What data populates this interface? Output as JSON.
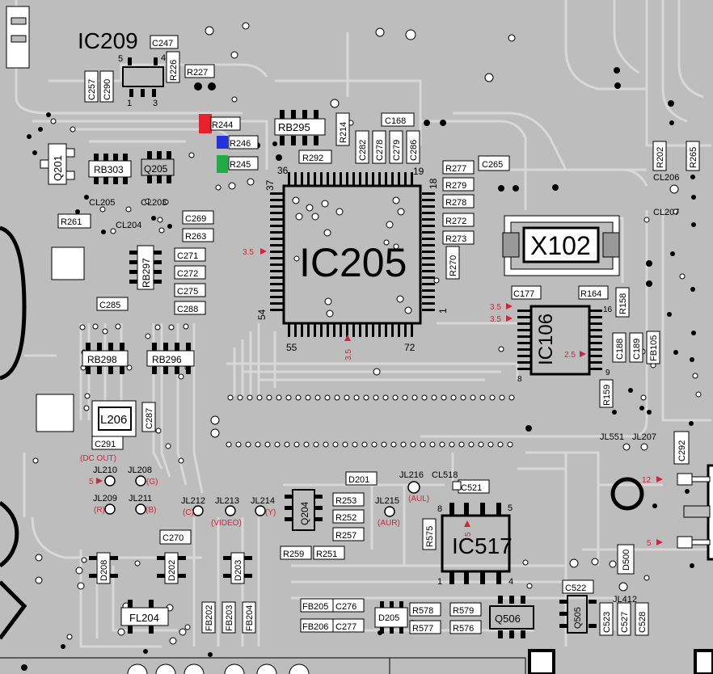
{
  "colors": {
    "board": "#bdbdbd",
    "trace": "#d6d6d6",
    "silk": "#000000",
    "measure": "#c8283a",
    "marker_red": "#e8202a",
    "marker_blue": "#2233dd",
    "marker_green": "#22aa44"
  },
  "ic209": {
    "name": "IC209",
    "pin5": "5",
    "pin4": "4",
    "pin1": "1",
    "pin3": "3"
  },
  "ic205": {
    "name": "IC205",
    "pin36": "36",
    "pin37": "37",
    "pin19": "19",
    "pin18": "18",
    "pin54": "54",
    "pin55": "55",
    "pin72": "72",
    "pin1": "1",
    "meas_left": "3.5",
    "meas_bottom": "3.5"
  },
  "ic106": {
    "name": "IC106",
    "pin16": "16",
    "pin9": "9",
    "pin8": "8",
    "meas_in1": "3.5",
    "meas_in2": "3.5",
    "meas_out": "2.5"
  },
  "ic517": {
    "name": "IC517",
    "pin8": "8",
    "pin5": "5",
    "pin1": "1",
    "pin4": "4",
    "meas_top": "5"
  },
  "x102": {
    "name": "X102"
  },
  "transistors": {
    "q201": "Q201",
    "q205": "Q205",
    "q204": "Q204",
    "q506": "Q506",
    "q505": "Q505"
  },
  "inductors": {
    "l206": "L206",
    "fl204": "FL204"
  },
  "resistors": {
    "r226": "R226",
    "r227": "R227",
    "r244": "R244",
    "r246": "R246",
    "r245": "R245",
    "r292": "R292",
    "r214": "R214",
    "r277": "R277",
    "r279": "R279",
    "r278": "R278",
    "r272": "R272",
    "r273": "R273",
    "r270": "R270",
    "r164": "R164",
    "r158": "R158",
    "r159": "R159",
    "r202": "R202",
    "r265": "R265",
    "r261": "R261",
    "r263": "R263",
    "r253": "R253",
    "r252": "R252",
    "r257": "R257",
    "r259": "R259",
    "r251": "R251",
    "r575": "R575",
    "r578": "R578",
    "r579": "R579",
    "r577": "R577",
    "r576": "R576"
  },
  "resistor_networks": {
    "rb295": "RB295",
    "rb303": "RB303",
    "rb297": "RB297",
    "rb298": "RB298",
    "rb296": "RB296"
  },
  "capacitors": {
    "c247": "C247",
    "c257": "C257",
    "c290": "C290",
    "c168": "C168",
    "c282": "C282",
    "c278": "C278",
    "c279": "C279",
    "c286": "C286",
    "c265": "C265",
    "c177": "C177",
    "c188": "C188",
    "c189": "C189",
    "c269": "C269",
    "c271": "C271",
    "c272": "C272",
    "c275": "C275",
    "c288": "C288",
    "c285": "C285",
    "c287": "C287",
    "c291": "C291",
    "c270": "C270",
    "c276": "C276",
    "c277": "C277",
    "c521": "C521",
    "c522": "C522",
    "c523": "C523",
    "c527": "C527",
    "c528": "C528",
    "c292": "C292"
  },
  "diodes": {
    "d201": "D201",
    "d208": "D208",
    "d202": "D202",
    "d203": "D203",
    "d205": "D205",
    "d500": "D500"
  },
  "ferrite_beads": {
    "fb105": "FB105",
    "fb202": "FB202",
    "fb203": "FB203",
    "fb204": "FB204",
    "fb205": "FB205",
    "fb206": "FB206"
  },
  "check_lands": {
    "cl205": "CL205",
    "cl203": "CL203",
    "cl204": "CL204",
    "cl206": "CL206",
    "cl207": "CL207",
    "cl518": "CL518"
  },
  "jumper_lands": {
    "jl210": "JL210",
    "jl208": "JL208",
    "jl209": "JL209",
    "jl211": "JL211",
    "jl212": "JL212",
    "jl213": "JL213",
    "jl214": "JL214",
    "jl216": "JL216",
    "jl215": "JL215",
    "jl551": "JL551",
    "jl207": "JL207",
    "jl412": "JL412"
  },
  "signals": {
    "dc_out": "(DC OUT)",
    "g": "(G)",
    "r": "(R)",
    "b": "(B)",
    "c": "(C)",
    "video": "(VIDEO)",
    "y": "(Y)",
    "aul": "(AUL)",
    "aur": "(AUR)"
  },
  "voltages": {
    "jl210": "5",
    "right_top": "12",
    "right_bottom": "5"
  }
}
